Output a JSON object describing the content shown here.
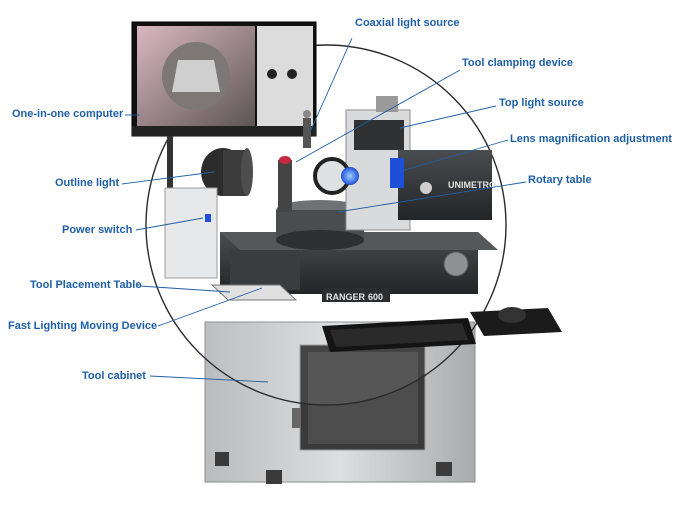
{
  "callouts": {
    "coaxial_light_source": "Coaxial light source",
    "tool_clamping_device": "Tool clamping device",
    "one_in_one_computer": "One-in-one computer",
    "top_light_source": "Top light source",
    "lens_magnification_adjustment": "Lens magnification adjustment",
    "outline_light": "Outline light",
    "rotary_table": "Rotary table",
    "power_switch": "Power  switch",
    "tool_placement_table": "Tool Placement Table",
    "fast_lighting_moving_device": "Fast Lighting Moving Device",
    "tool_cabinet": "Tool cabinet"
  },
  "machine": {
    "brand": "UNIMETRO",
    "model": "RANGER",
    "model_number": "600"
  },
  "colors": {
    "label": "#1f5fa8",
    "leader_line": "#1f5fa8",
    "machine_body": "#2f3133",
    "cabinet": "#cfd1d3",
    "accent_blue": "#1e4fd8"
  }
}
